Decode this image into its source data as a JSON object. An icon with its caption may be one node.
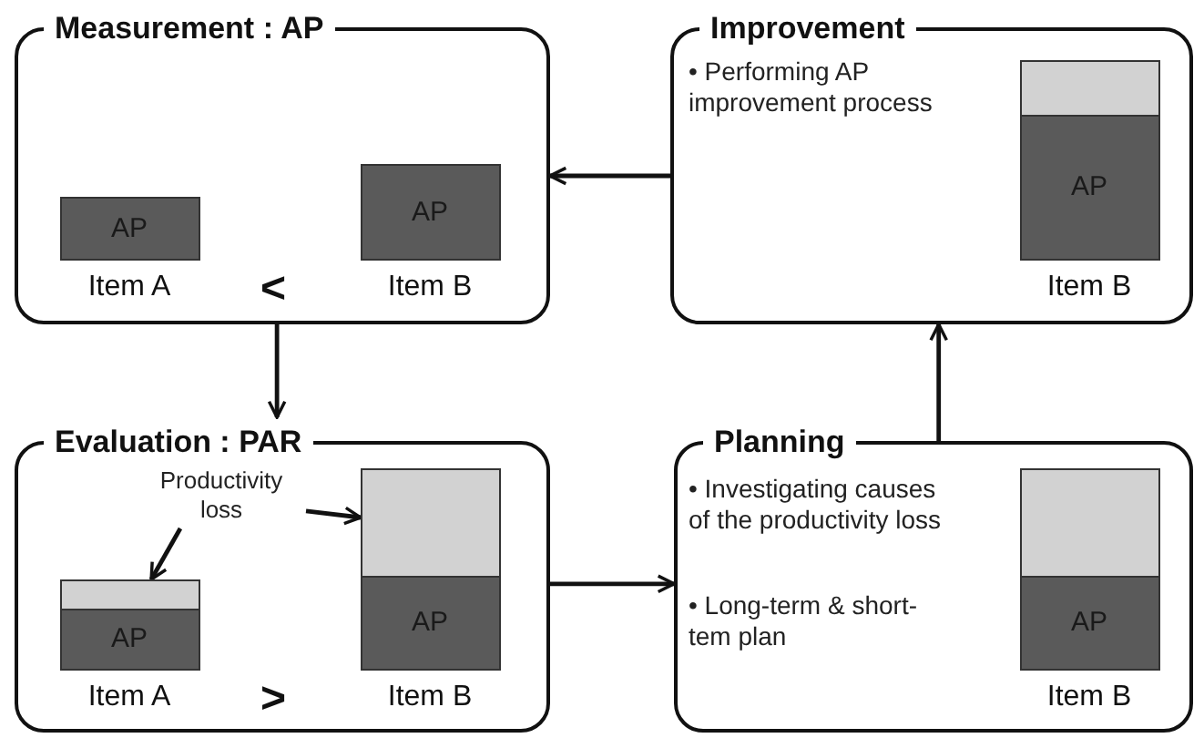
{
  "diagram": {
    "nodes": [
      {
        "text": [
          "Measurement : AP"
        ]
      },
      {
        "text": [
          "AP"
        ],
        "in": 0,
        "beside": [
          "Item A"
        ]
      },
      {
        "text": [
          "AP"
        ],
        "in": 0,
        "beside": [
          "Item B"
        ]
      },
      {
        "text": [
          "Improvement",
          "• Performing AP improvement process"
        ]
      },
      {
        "text": [],
        "shape": "bar",
        "in": 3
      },
      {
        "text": [
          "AP"
        ],
        "in": 3,
        "beside": [
          "Item B"
        ]
      },
      {
        "text": [
          "Evaluation : PAR"
        ]
      },
      {
        "text": [
          "Productivity loss"
        ],
        "in": 6
      },
      {
        "text": [],
        "shape": "bar",
        "in": 6
      },
      {
        "text": [
          "AP"
        ],
        "in": 6,
        "beside": [
          "Item A"
        ]
      },
      {
        "text": [],
        "shape": "bar",
        "in": 6
      },
      {
        "text": [
          "AP"
        ],
        "in": 6,
        "beside": [
          "Item B"
        ]
      },
      {
        "text": [
          "Planning",
          "• Investigating causes of the productivity loss",
          "• Long-term & short-tem plan"
        ]
      },
      {
        "text": [],
        "shape": "bar",
        "in": 12
      },
      {
        "text": [
          "AP"
        ],
        "in": 12,
        "beside": [
          "Item B"
        ]
      }
    ],
    "edges": [
      {
        "from": 3,
        "to": 0,
        "arrow": "to"
      },
      {
        "from": 0,
        "to": 6,
        "arrow": "to"
      },
      {
        "from": 6,
        "to": 12,
        "arrow": "to"
      },
      {
        "from": 12,
        "to": 3,
        "arrow": "to"
      },
      {
        "from": 7,
        "to": 8,
        "arrow": "to"
      },
      {
        "from": 7,
        "to": 10,
        "arrow": "to"
      }
    ],
    "labels": [
      "<",
      ">"
    ]
  }
}
